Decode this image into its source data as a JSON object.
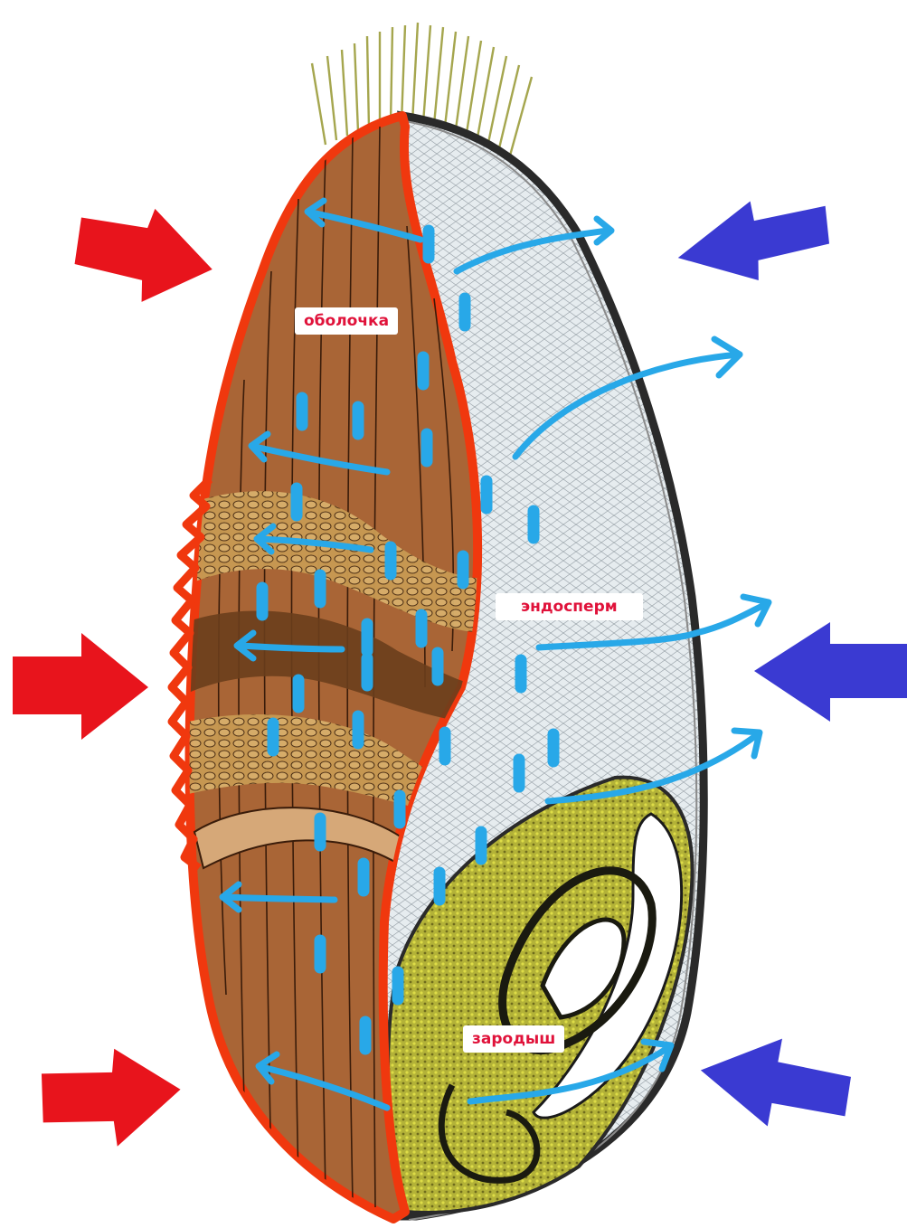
{
  "labels": {
    "shell": "оболочка",
    "endosperm": "эндосперм",
    "embryo": "зародыш"
  },
  "colors": {
    "heat_arrow": "#e8141c",
    "cold_arrow": "#3a3ad2",
    "moisture_flow": "#25a8e8",
    "shell": "#a86434",
    "shell_outline": "#f03a12",
    "endosperm": "#e4eaee",
    "embryo": "#b8b43a",
    "awns": "#a8a850"
  }
}
